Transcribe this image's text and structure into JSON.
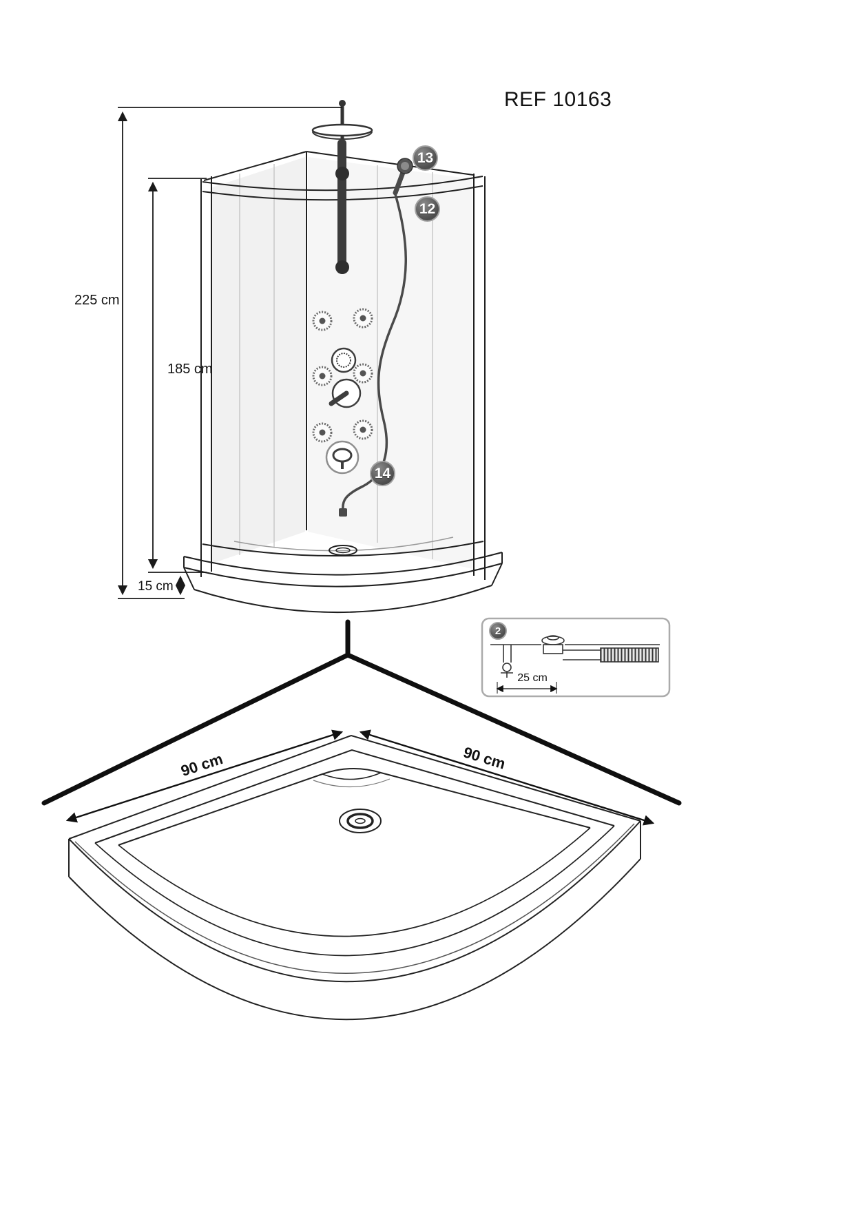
{
  "title": "REF 10163",
  "cabin": {
    "dim_total_height": "225 cm",
    "dim_inner_height": "185 cm",
    "dim_tray_height": "15 cm",
    "callout_handshower": "13",
    "callout_slide_rail": "12",
    "callout_hose_outlet": "14"
  },
  "drain_inset": {
    "callout_drain": "2",
    "dim_drain_offset": "25 cm"
  },
  "tray": {
    "dim_side_left": "90 cm",
    "dim_side_right": "90 cm"
  },
  "colors": {
    "line": "#1a1a1a",
    "badge_fill": "#5e5e5e",
    "badge_border": "#a2a2a2",
    "badge_text": "#ffffff",
    "glass_tint": "#f0f0f0",
    "inset_border": "#ababab"
  }
}
